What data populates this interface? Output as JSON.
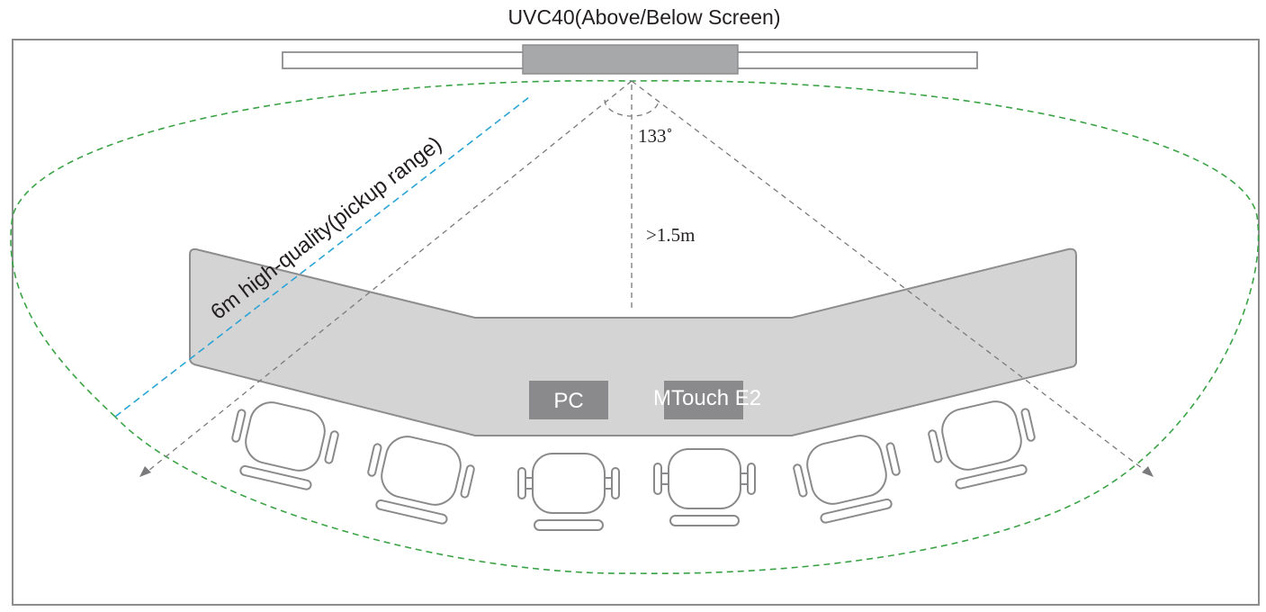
{
  "title": "UVC40(Above/Below Screen)",
  "angle_label": "133˚",
  "distance_label": ">1.5m",
  "pickup_label": "6m high-quality(pickup range)",
  "devices": {
    "pc": "PC",
    "mtouch": "MTouch E2"
  },
  "colors": {
    "frame": "#8d8d8f",
    "screen_fill": "#a7a8aa",
    "table_fill": "#d4d4d5",
    "device_fill": "#8a8a8c",
    "pickup_range": "#3aa345",
    "pickup_radius": "#2aa4d4",
    "view_lines": "#7a7a7c"
  }
}
